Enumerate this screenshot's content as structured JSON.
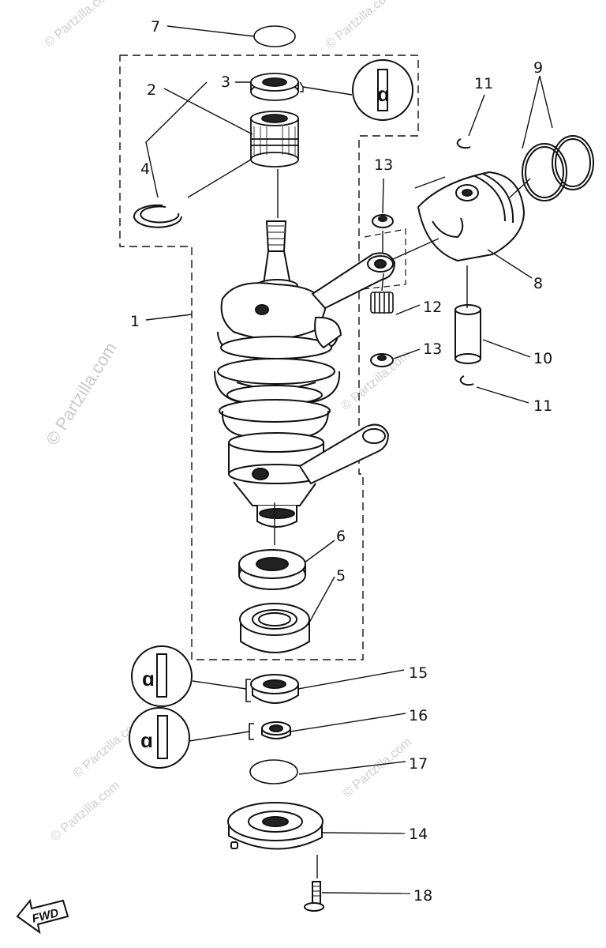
{
  "diagram": {
    "callouts": [
      "1",
      "2",
      "3",
      "4",
      "5",
      "6",
      "7",
      "8",
      "9",
      "10",
      "11",
      "11",
      "12",
      "13",
      "13",
      "14",
      "15",
      "16",
      "17",
      "18"
    ],
    "direction_label": "FWD",
    "watermark": "© Partzilla.com"
  }
}
